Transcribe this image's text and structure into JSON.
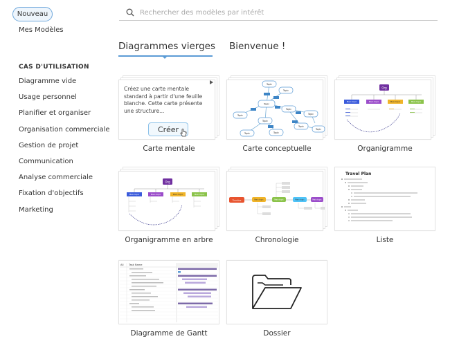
{
  "sidebar": {
    "new_button": "Nouveau",
    "my_templates": "Mes Modèles",
    "section_title": "CAS D'UTILISATION",
    "items": [
      "Diagramme vide",
      "Usage personnel",
      "Planifier et organiser",
      "Organisation commerciale",
      "Gestion de projet",
      "Communication",
      "Analyse commerciale",
      "Fixation d'objectifs",
      "Marketing"
    ]
  },
  "search": {
    "placeholder": "Rechercher des modèles par intérêt",
    "icon": "search-icon"
  },
  "tabs": [
    {
      "label": "Diagrammes vierges",
      "active": true
    },
    {
      "label": "Bienvenue !",
      "active": false
    }
  ],
  "blank_card": {
    "description": "Créez une carte mentale standard à partir d'une feuille blanche. Cette carte présente une structure...",
    "create_button": "Créer"
  },
  "templates": [
    {
      "label": "Carte mentale"
    },
    {
      "label": "Carte conceptuelle"
    },
    {
      "label": "Organigramme"
    },
    {
      "label": "Organigramme en arbre"
    },
    {
      "label": "Chronologie"
    },
    {
      "label": "Liste"
    },
    {
      "label": "Diagramme de Gantt"
    },
    {
      "label": "Dossier"
    }
  ],
  "thumbnails": {
    "org_root": "Org",
    "main_topic": "Main topic",
    "topic": "Topic",
    "timeline_root": "Timeline",
    "list_title": "Travel Plan",
    "gantt_col_all": "All",
    "gantt_col_task": "Task Name"
  },
  "colors": {
    "accent": "#5b9bd5",
    "org_root": "#7030a0",
    "blue_topic": "#3b5bdb",
    "purple_topic": "#9b4dca",
    "yellow_topic": "#f0b429",
    "green_topic": "#8bc34a",
    "red_topic": "#e8542f"
  }
}
